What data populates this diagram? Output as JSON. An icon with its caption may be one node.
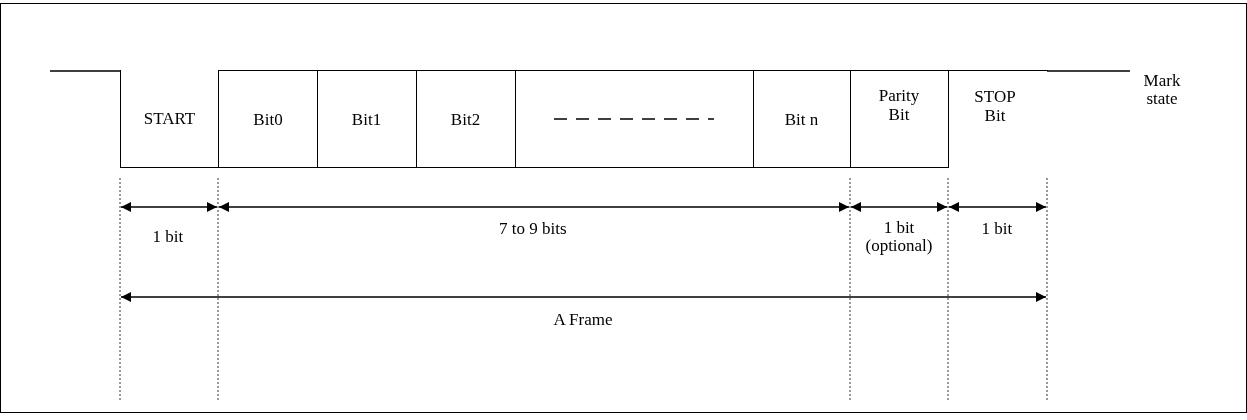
{
  "diagram": {
    "nodes": [
      {
        "text": [
          "START"
        ]
      },
      {
        "text": [
          "Bit0"
        ]
      },
      {
        "text": [
          "Bit1"
        ]
      },
      {
        "text": [
          "Bit2"
        ]
      },
      {
        "text": [],
        "shape": "box"
      },
      {
        "text": [
          "Bit n"
        ]
      },
      {
        "text": [
          "Parity Bit"
        ]
      },
      {
        "text": [
          "STOP Bit"
        ]
      }
    ],
    "labels": [
      "Mark state",
      "1 bit",
      "7 to 9 bits",
      "1 bit (optional)",
      "1 bit",
      "A Frame"
    ]
  }
}
